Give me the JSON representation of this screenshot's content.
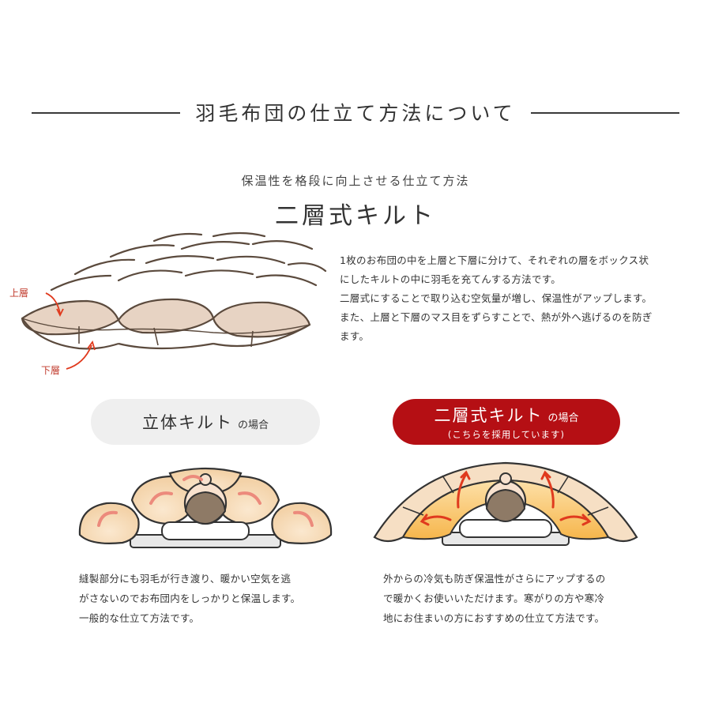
{
  "section_title": "羽毛布団の仕立て方法について",
  "subtitle": "保温性を格段に向上させる仕立て方法",
  "heading": "二層式キルト",
  "diagram_labels": {
    "upper": "上層",
    "lower": "下層"
  },
  "description": [
    "1枚のお布団の中を上層と下層に分けて、それぞれの層をボックス状",
    "にしたキルトの中に羽毛を充てんする方法です。",
    "二層式にすることで取り込む空気量が増し、保温性がアップします。",
    "また、上層と下層のマス目をずらすことで、熱が外へ逃げるのを防ぎ",
    "ます。"
  ],
  "comparison": {
    "left": {
      "name": "立体キルト",
      "suffix": "の場合",
      "text": [
        "縫製部分にも羽毛が行き渡り、暖かい空気を逃",
        "がさないのでお布団内をしっかりと保温します。",
        "一般的な仕立て方法です。"
      ]
    },
    "right": {
      "name": "二層式キルト",
      "suffix": "の場合",
      "note": "(こちらを採用しています)",
      "text": [
        "外からの冷気も防ぎ保温性がさらにアップするの",
        "で暖かくお使いいただけます。寒がりの方や寒冷",
        "地にお住まいの方におすすめの仕立て方法です。"
      ]
    }
  },
  "colors": {
    "accent_red": "#b50f14",
    "arrow_red": "#e03a1e",
    "quilt_fill": "#f6dfc4",
    "quilt_outline": "#5b4a3d"
  }
}
